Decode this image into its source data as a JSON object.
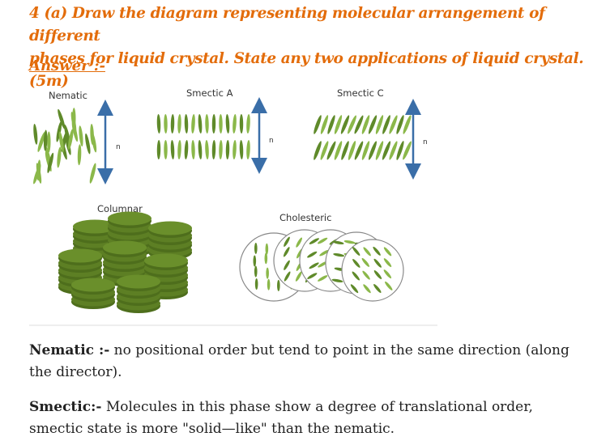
{
  "question": {
    "line1": "4 (a) Draw the diagram representing molecular arrangement of different",
    "line2": "phases for liquid crystal. State any two applications of liquid crystal. (5m)"
  },
  "answer_label": "Answer :-",
  "figure": {
    "labels": {
      "nematic": "Nematic",
      "smectic_a": "Smectic A",
      "smectic_c": "Smectic C",
      "columnar": "Columnar",
      "cholesteric": "Cholesteric"
    },
    "director_symbol": "n",
    "colors": {
      "molecule": "#8bb84a",
      "molecule_dark": "#5f8a2a",
      "disk_top": "#6a8f2b",
      "disk_side": "#4e6e1c",
      "arrow": "#3a6ea8",
      "outline": "#888888"
    }
  },
  "paragraphs": {
    "nematic_term": "Nematic :-",
    "nematic_text": " no positional order but tend to point in the same direction (along",
    "nematic_text2": "the director).",
    "smectic_term": "Smectic:-",
    "smectic_text": " Molecules in this phase show a degree of translational order,",
    "smectic_text2": "smectic state is more \"solid—like\" than the nematic."
  }
}
